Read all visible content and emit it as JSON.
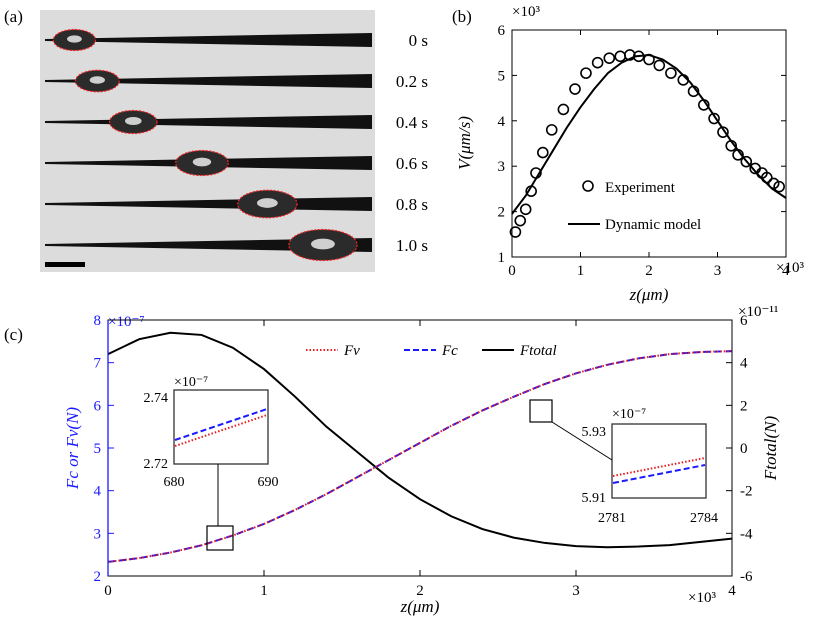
{
  "panel_a": {
    "label": "(a)",
    "frames": [
      "0 s",
      "0.2 s",
      "0.4 s",
      "0.6 s",
      "0.8 s",
      "1.0 s"
    ],
    "droplet_positions": [
      0.09,
      0.16,
      0.27,
      0.48,
      0.68,
      0.85
    ],
    "droplet_sizes": [
      0.35,
      0.38,
      0.45,
      0.55,
      0.68,
      0.85
    ]
  },
  "panel_b": {
    "label": "(b)",
    "exponent_y": "×10³",
    "exponent_x": "×10³",
    "ylabel": "V(μm/s)",
    "xlabel": "z(μm)",
    "legend": [
      "Experiment",
      "Dynamic model"
    ]
  },
  "panel_c": {
    "label": "(c)",
    "exponent_left": "×10⁻⁷",
    "exponent_right": "×10⁻¹¹",
    "exponent_x": "×10³",
    "ylabel_left": "Fc or Fv(N)",
    "ylabel_right": "Ftotal(N)",
    "xlabel": "z(μm)",
    "legend": [
      "Fv",
      "Fc",
      "Ftotal"
    ],
    "inset1": {
      "exponent": "×10⁻⁷",
      "yticks": [
        "2.74",
        "2.72"
      ],
      "xticks": [
        "680",
        "690"
      ]
    },
    "inset2": {
      "exponent": "×10⁻⁷",
      "yticks": [
        "5.93",
        "5.91"
      ],
      "xticks": [
        "2781",
        "2784"
      ]
    }
  },
  "chart_data": [
    {
      "type": "scatter",
      "title": "",
      "xlabel": "z(μm)",
      "ylabel": "V(μm/s)",
      "xlim": [
        0,
        4
      ],
      "ylim": [
        1,
        6
      ],
      "xticks": [
        "0",
        "1",
        "2",
        "3",
        "4"
      ],
      "yticks": [
        "1",
        "2",
        "3",
        "4",
        "5",
        "6"
      ],
      "series": [
        {
          "name": "Experiment",
          "marker": "circle",
          "x": [
            0.05,
            0.12,
            0.2,
            0.28,
            0.35,
            0.45,
            0.58,
            0.75,
            0.92,
            1.08,
            1.25,
            1.42,
            1.58,
            1.72,
            1.85,
            2.0,
            2.15,
            2.32,
            2.5,
            2.65,
            2.8,
            2.95,
            3.08,
            3.2,
            3.3,
            3.42,
            3.55,
            3.65,
            3.72,
            3.82,
            3.9
          ],
          "values": [
            1.55,
            1.8,
            2.05,
            2.45,
            2.85,
            3.3,
            3.8,
            4.25,
            4.7,
            5.05,
            5.28,
            5.38,
            5.42,
            5.45,
            5.42,
            5.35,
            5.22,
            5.05,
            4.9,
            4.65,
            4.35,
            4.05,
            3.75,
            3.45,
            3.25,
            3.1,
            2.95,
            2.85,
            2.75,
            2.62,
            2.55
          ]
        },
        {
          "name": "Dynamic model",
          "type": "line",
          "x": [
            0,
            0.2,
            0.4,
            0.6,
            0.8,
            1.0,
            1.2,
            1.4,
            1.6,
            1.8,
            2.0,
            2.2,
            2.4,
            2.6,
            2.8,
            3.0,
            3.2,
            3.4,
            3.6,
            3.8,
            4.0
          ],
          "values": [
            1.95,
            2.35,
            2.85,
            3.35,
            3.85,
            4.3,
            4.7,
            5.05,
            5.28,
            5.42,
            5.45,
            5.35,
            5.15,
            4.85,
            4.45,
            4.0,
            3.55,
            3.15,
            2.8,
            2.5,
            2.3
          ]
        }
      ]
    },
    {
      "type": "line",
      "title": "",
      "xlabel": "z(μm)",
      "ylabel": "Fc or Fv(N)",
      "ylabel_right": "Ftotal(N)",
      "xlim": [
        0,
        4
      ],
      "ylim": [
        2,
        8
      ],
      "ylim_right": [
        -6,
        6
      ],
      "xticks": [
        "0",
        "1",
        "2",
        "3",
        "4"
      ],
      "yticks": [
        "2",
        "3",
        "4",
        "5",
        "6",
        "7",
        "8"
      ],
      "yticks_right": [
        "-6",
        "-4",
        "-2",
        "0",
        "2",
        "4",
        "6"
      ],
      "x": [
        0,
        0.2,
        0.4,
        0.6,
        0.8,
        1.0,
        1.2,
        1.4,
        1.6,
        1.8,
        2.0,
        2.2,
        2.4,
        2.6,
        2.8,
        3.0,
        3.2,
        3.4,
        3.6,
        3.8,
        4.0
      ],
      "series": [
        {
          "name": "Fv",
          "axis": "left",
          "color": "#e41a1c",
          "style": "dotted",
          "values": [
            2.33,
            2.42,
            2.55,
            2.72,
            2.95,
            3.22,
            3.55,
            3.92,
            4.32,
            4.72,
            5.12,
            5.52,
            5.88,
            6.2,
            6.5,
            6.75,
            6.95,
            7.1,
            7.2,
            7.25,
            7.27
          ]
        },
        {
          "name": "Fc",
          "axis": "left",
          "color": "#1a1aff",
          "style": "dashed",
          "values": [
            2.33,
            2.42,
            2.55,
            2.72,
            2.95,
            3.22,
            3.55,
            3.92,
            4.32,
            4.72,
            5.12,
            5.52,
            5.88,
            6.2,
            6.5,
            6.75,
            6.95,
            7.1,
            7.2,
            7.25,
            7.27
          ]
        },
        {
          "name": "Ftotal",
          "axis": "right",
          "color": "#000000",
          "style": "solid",
          "values": [
            4.4,
            5.1,
            5.4,
            5.3,
            4.7,
            3.7,
            2.4,
            1.0,
            -0.2,
            -1.4,
            -2.4,
            -3.2,
            -3.8,
            -4.2,
            -4.45,
            -4.6,
            -4.65,
            -4.62,
            -4.55,
            -4.4,
            -4.25
          ]
        }
      ]
    }
  ]
}
